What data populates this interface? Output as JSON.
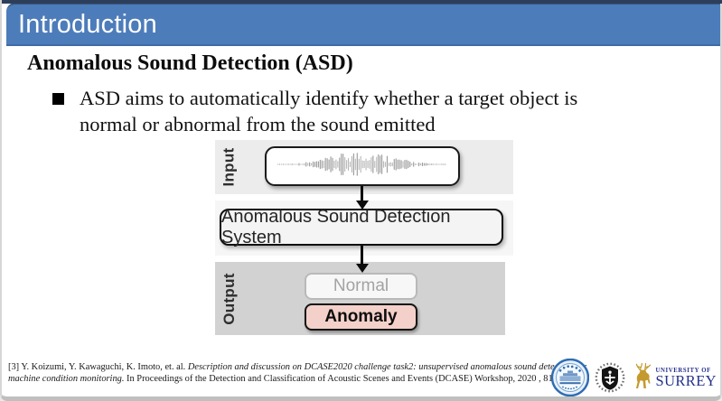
{
  "slide": {
    "header": {
      "title": "Introduction"
    },
    "heading": "Anomalous Sound Detection (ASD)",
    "bullet": {
      "marker": "■",
      "lines": [
        "ASD aims to automatically identify whether a target object is",
        "normal or abnormal from the sound emitted"
      ]
    },
    "diagram": {
      "input_label": "Input",
      "system_label": "Anomalous Sound Detection System",
      "output_label": "Output",
      "outputs": [
        {
          "label": "Normal",
          "state": "inactive"
        },
        {
          "label": "Anomaly",
          "state": "active"
        }
      ],
      "waveform_icon": "audio-waveform"
    },
    "footer": {
      "citation": {
        "prefix": "[3] Y. Koizumi, Y. Kawaguchi, K. Imoto, et. al. ",
        "italic": "Description and discussion on DCASE2020 challenge task2: unsupervised anomalous sound detection for machine condition monitoring.",
        "suffix": " In Proceedings of the Detection and Classification of Acoustic Scenes and Events (DCASE) Workshop, 2020 , 81–85."
      },
      "logos": [
        {
          "icon": "university-seal-logo"
        },
        {
          "icon": "uts-shield-logo"
        },
        {
          "icon": "surrey-stag-logo",
          "line1": "UNIVERSITY OF",
          "line2": "SURREY"
        }
      ]
    },
    "colors": {
      "header_blue": "#4d7cba",
      "top_strip_navy": "#2d3e5a",
      "input_band_gray": "#ececec",
      "output_band_gray": "#d2d2d2",
      "anomaly_pink": "#f3d0c9",
      "normal_gray_text": "#a3a3a3",
      "surrey_blue": "#23308b",
      "stag_gold": "#c49a2e",
      "seal_blue": "#2e6cb4"
    }
  }
}
